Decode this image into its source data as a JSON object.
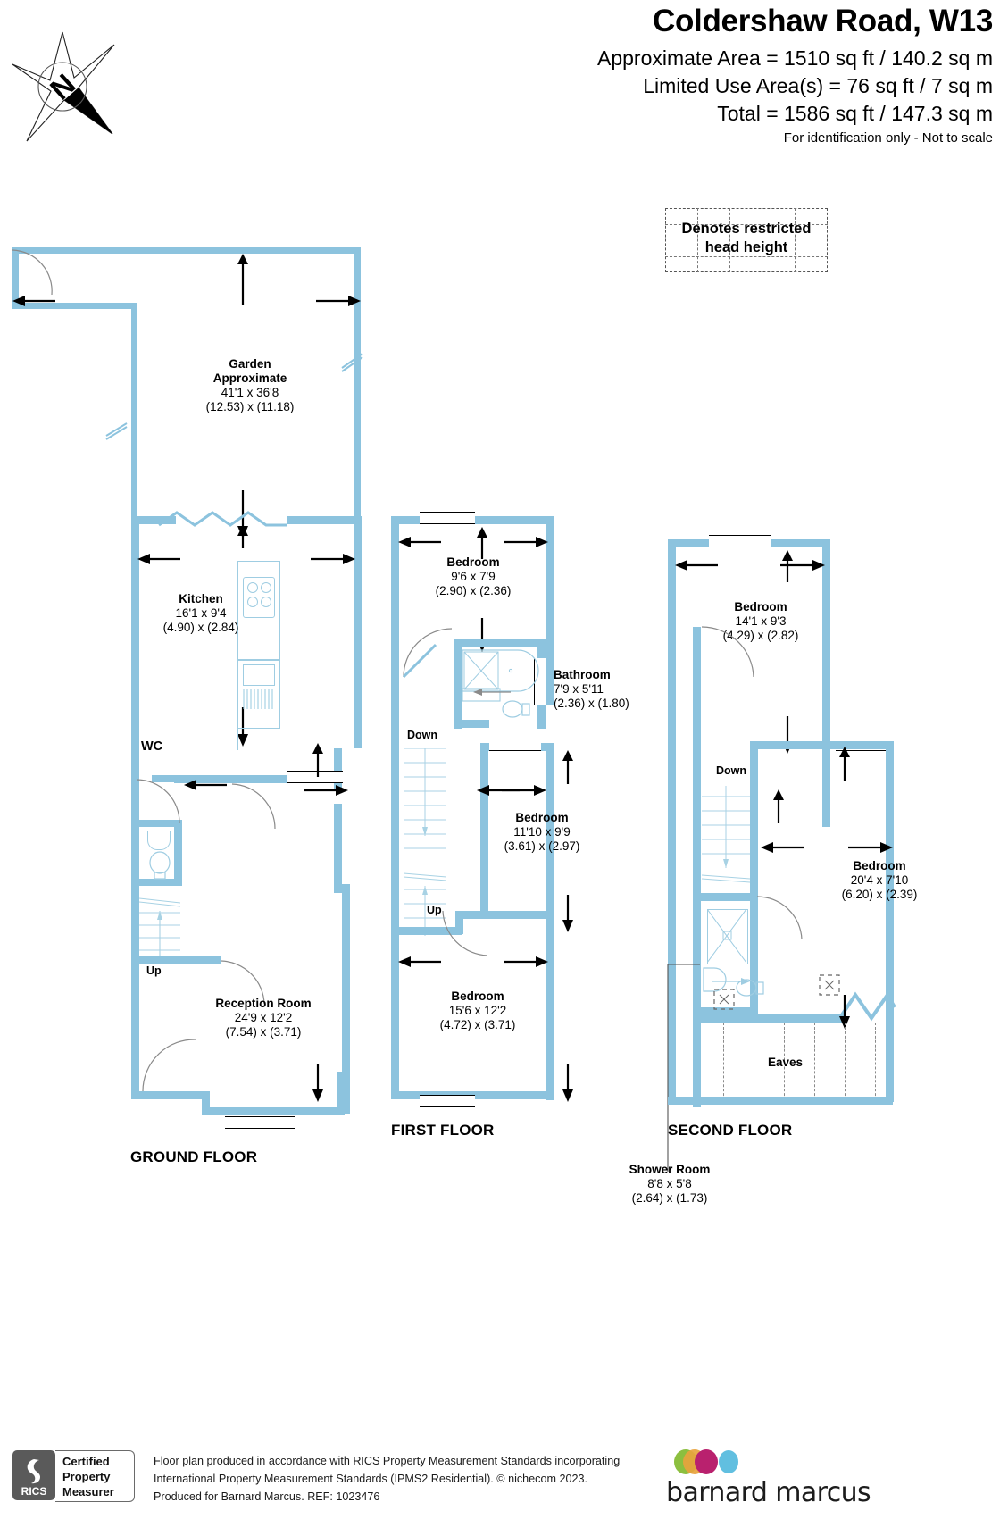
{
  "header": {
    "title": "Coldershaw Road, W13",
    "approx_area": "Approximate Area = 1510 sq ft / 140.2 sq m",
    "limited_use": "Limited Use Area(s) = 76 sq ft / 7 sq m",
    "total": "Total = 1586 sq ft / 147.3 sq m",
    "disclaimer": "For identification only - Not to scale"
  },
  "compass": {
    "label": "N"
  },
  "legend": {
    "line1": "Denotes restricted",
    "line2": "head height"
  },
  "floors": {
    "ground": {
      "label": "GROUND FLOOR",
      "rooms": [
        {
          "name": "Garden",
          "name2": "Approximate",
          "imperial": "41'1 x 36'8",
          "metric": "(12.53) x (11.18)"
        },
        {
          "name": "Kitchen",
          "imperial": "16'1 x 9'4",
          "metric": "(4.90) x (2.84)"
        },
        {
          "name": "WC"
        },
        {
          "name": "Reception Room",
          "imperial": "24'9 x 12'2",
          "metric": "(7.54) x (3.71)"
        }
      ],
      "stair_label": "Up"
    },
    "first": {
      "label": "FIRST FLOOR",
      "rooms": [
        {
          "name": "Bedroom",
          "imperial": "9'6 x 7'9",
          "metric": "(2.90) x (2.36)"
        },
        {
          "name": "Bathroom",
          "imperial": "7'9 x 5'11",
          "metric": "(2.36) x (1.80)"
        },
        {
          "name": "Bedroom",
          "imperial": "11'10 x 9'9",
          "metric": "(3.61) x (2.97)"
        },
        {
          "name": "Bedroom",
          "imperial": "15'6 x 12'2",
          "metric": "(4.72) x (3.71)"
        }
      ],
      "stair_down": "Down",
      "stair_up": "Up"
    },
    "second": {
      "label": "SECOND FLOOR",
      "rooms": [
        {
          "name": "Bedroom",
          "imperial": "14'1 x 9'3",
          "metric": "(4.29) x (2.82)"
        },
        {
          "name": "Bedroom",
          "imperial": "20'4 x 7'10",
          "metric": "(6.20) x (2.39)"
        },
        {
          "name": "Shower Room",
          "imperial": "8'8 x 5'8",
          "metric": "(2.64) x (1.73)"
        }
      ],
      "stair_down": "Down",
      "eaves": "Eaves"
    }
  },
  "footer": {
    "rics_mark": "RICS",
    "cert1": "Certified",
    "cert2": "Property",
    "cert3": "Measurer",
    "text1": "Floor plan produced in accordance with RICS Property Measurement Standards incorporating",
    "text2": "International Property Measurement Standards (IPMS2 Residential).   © nichecom 2023.",
    "text3": "Produced for Barnard Marcus.   REF:  1023476",
    "brand": "barnard marcus"
  },
  "colors": {
    "wall": "#8cc3de",
    "fixture": "#9fcde2",
    "text": "#000000",
    "logo_orange": "#e8a33d",
    "logo_green": "#8cbf3f",
    "logo_magenta": "#b9216e",
    "logo_blue": "#61bfe0"
  }
}
